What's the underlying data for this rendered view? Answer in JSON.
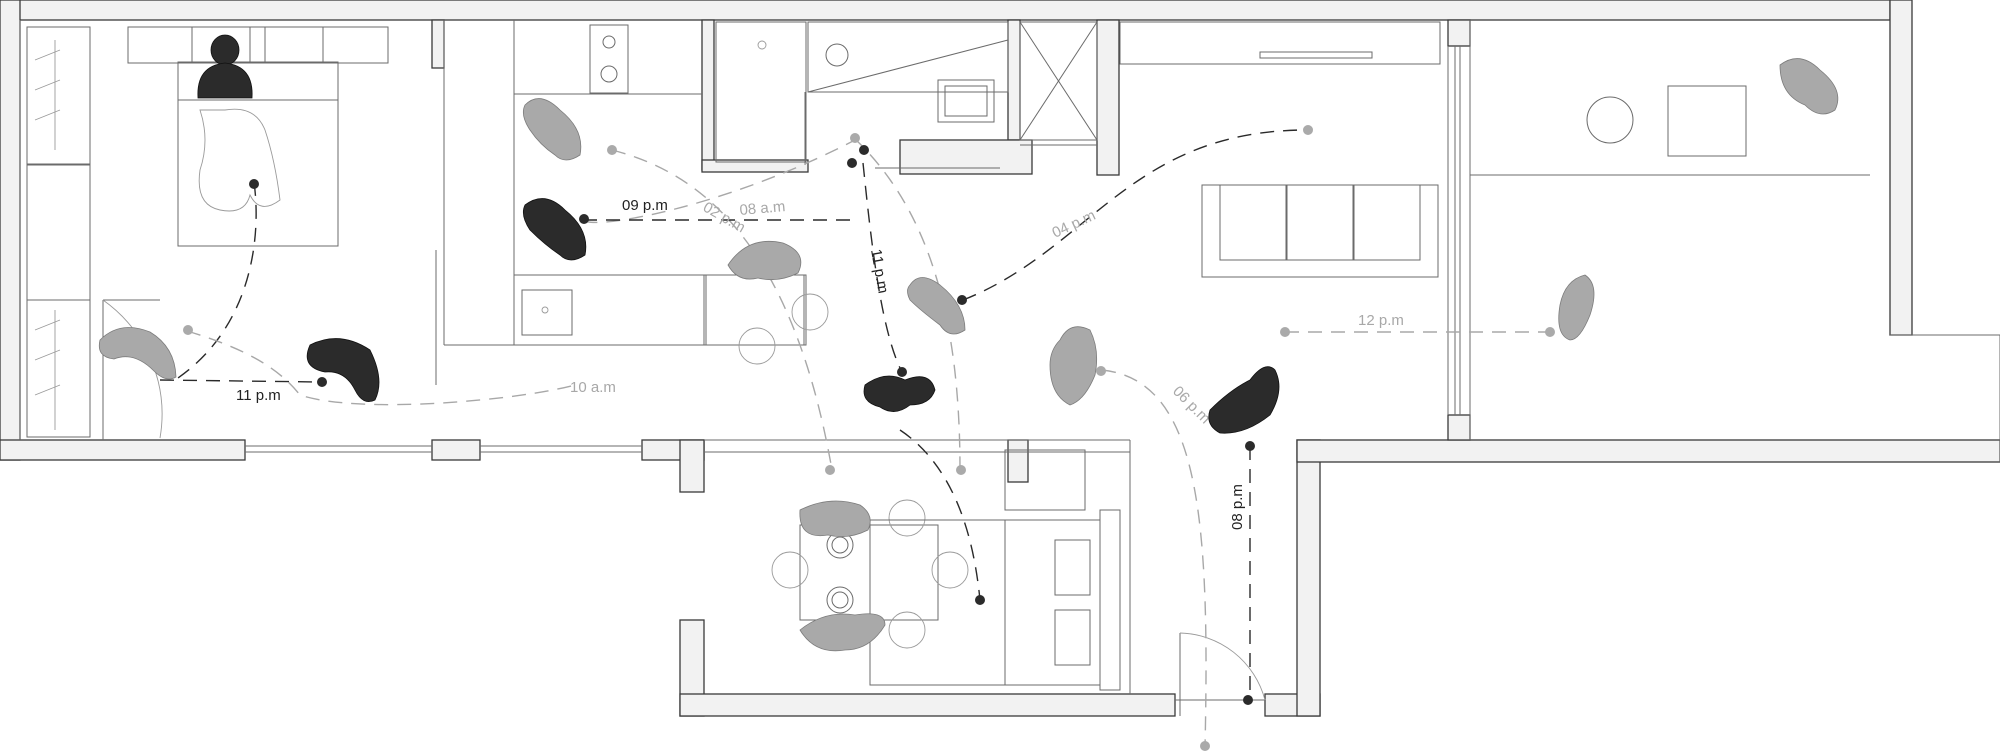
{
  "diagram": {
    "time_labels": [
      {
        "id": "l-09pm",
        "text": "09 p.m",
        "tone": "dark"
      },
      {
        "id": "l-02pm",
        "text": "02 p.m",
        "tone": "light"
      },
      {
        "id": "l-08am",
        "text": "08 a.m",
        "tone": "light"
      },
      {
        "id": "l-11pm-v",
        "text": "11 p.m",
        "tone": "dark"
      },
      {
        "id": "l-04pm",
        "text": "04 p.m",
        "tone": "light"
      },
      {
        "id": "l-12pm",
        "text": "12 p.m",
        "tone": "light"
      },
      {
        "id": "l-10am",
        "text": "10 a.m",
        "tone": "light"
      },
      {
        "id": "l-11pm-h",
        "text": "11 p.m",
        "tone": "dark"
      },
      {
        "id": "l-06pm",
        "text": "06 p.m",
        "tone": "light"
      },
      {
        "id": "l-08pm",
        "text": "08 p.m",
        "tone": "dark"
      }
    ],
    "colors": {
      "wall_hatch": "#555555",
      "line": "#6b6b6b",
      "dark_marker": "#2b2b2b",
      "light_marker": "#a9a9a9"
    },
    "icons": [
      "person-top-view-icon",
      "bed-icon",
      "sofa-icon",
      "table-icon",
      "sink-icon",
      "stove-icon",
      "toilet-icon",
      "shower-icon"
    ]
  }
}
